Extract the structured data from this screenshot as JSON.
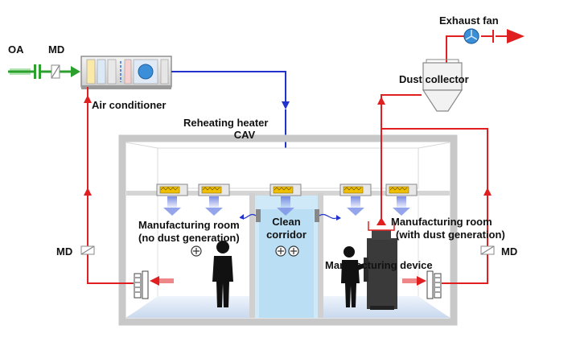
{
  "labels": {
    "oa": "OA",
    "md_top": "MD",
    "air_conditioner": "Air conditioner",
    "reheating_heater": "Reheating heater",
    "cav": "CAV",
    "exhaust_fan": "Exhaust fan",
    "dust_collector": "Dust collector",
    "md_left": "MD",
    "md_right": "MD",
    "room_left_line1": "Manufacturing room",
    "room_left_line2": "(no dust generation)",
    "clean_corridor_line1": "Clean",
    "clean_corridor_line2": "corridor",
    "room_right_line1": "Manufacturing room",
    "room_right_line2": "(with dust generation)",
    "manufacturing_device": "Manufacturing device"
  },
  "colors": {
    "supply_air": "#2233cc",
    "return_exhaust_air": "#e02020",
    "outdoor_air": "#2ca02c",
    "room_wall": "#c8c8c8",
    "corridor_fill": "#bfe4f7",
    "hepa_filter": "#f0c000"
  },
  "icons": {
    "person": "person-silhouette",
    "positive_pressure": "plus-circle",
    "damper": "motorized-damper",
    "fan": "fan"
  }
}
